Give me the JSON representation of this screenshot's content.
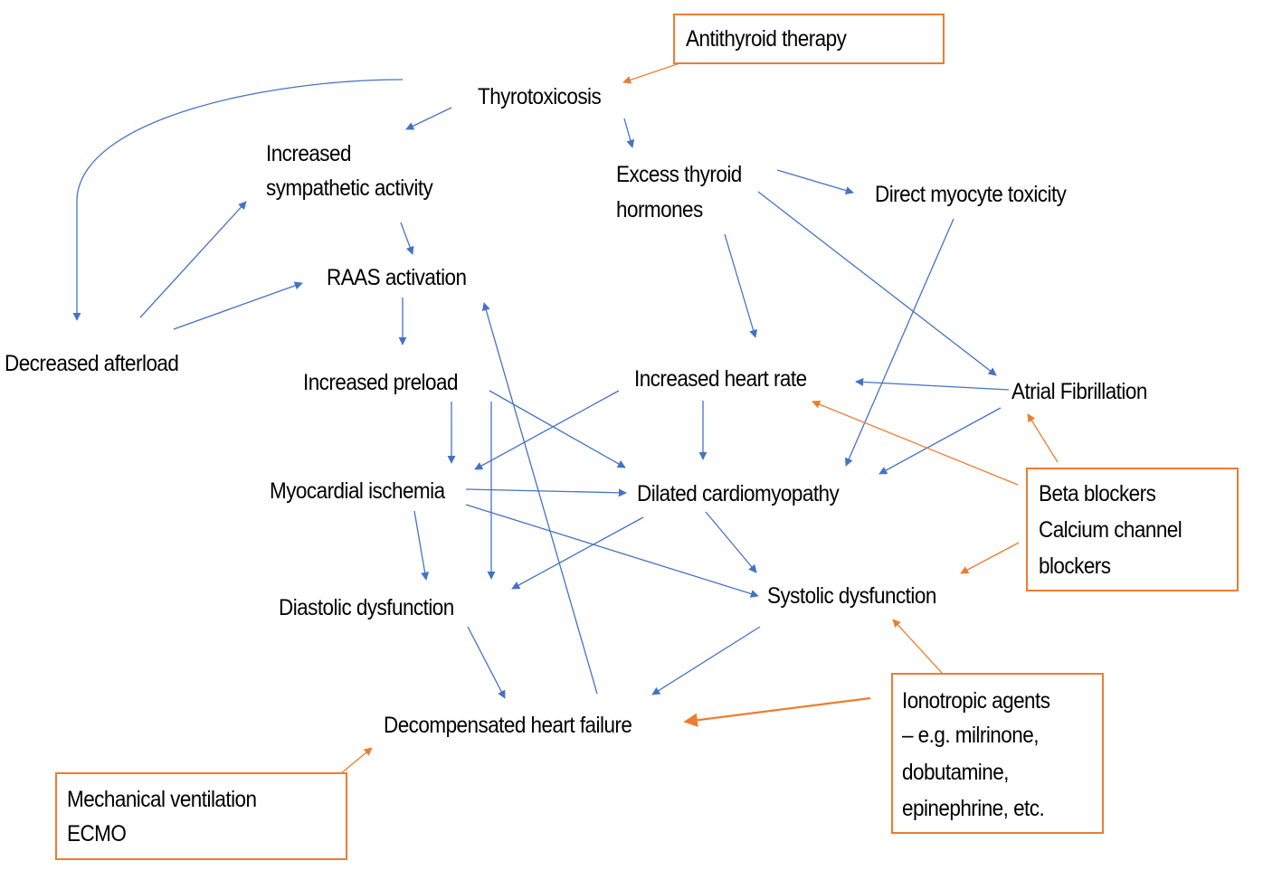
{
  "diagram": {
    "title": "Thyrotoxicosis cardiac pathophysiology flowchart",
    "colors": {
      "causal_arrow": "#4472C4",
      "therapy": "#ED7D31",
      "text": "#000000"
    },
    "nodes": {
      "thyrotoxicosis": "Thyrotoxicosis",
      "sympathetic_1": "Increased",
      "sympathetic_2": "sympathetic activity",
      "excess_1": "Excess thyroid",
      "excess_2": "hormones",
      "myocyte": "Direct myocyte toxicity",
      "raas": "RAAS activation",
      "afterload": "Decreased afterload",
      "preload": "Increased preload",
      "heart_rate": "Increased heart rate",
      "afib": "Atrial Fibrillation",
      "ischemia": "Myocardial ischemia",
      "dcm": "Dilated cardiomyopathy",
      "diastolic": "Diastolic dysfunction",
      "systolic": "Systolic dysfunction",
      "dhf": "Decompensated heart failure"
    },
    "therapies": {
      "antithyroid": [
        "Antithyroid therapy"
      ],
      "rate_control": [
        "Beta blockers",
        "Calcium channel",
        "blockers"
      ],
      "inotropes": [
        "Ionotropic agents",
        "– e.g. milrinone,",
        "dobutamine,",
        "epinephrine, etc."
      ],
      "support": [
        "Mechanical ventilation",
        "ECMO"
      ]
    },
    "edges": [
      {
        "from": "thyrotoxicosis",
        "to": "sympathetic"
      },
      {
        "from": "thyrotoxicosis",
        "to": "excess_hormones"
      },
      {
        "from": "thyrotoxicosis",
        "to": "afterload"
      },
      {
        "from": "excess_hormones",
        "to": "myocyte"
      },
      {
        "from": "excess_hormones",
        "to": "heart_rate"
      },
      {
        "from": "excess_hormones",
        "to": "afib"
      },
      {
        "from": "myocyte",
        "to": "dcm"
      },
      {
        "from": "sympathetic",
        "to": "raas"
      },
      {
        "from": "afterload",
        "to": "sympathetic"
      },
      {
        "from": "afterload",
        "to": "raas"
      },
      {
        "from": "raas",
        "to": "preload"
      },
      {
        "from": "preload",
        "to": "ischemia"
      },
      {
        "from": "preload",
        "to": "diastolic"
      },
      {
        "from": "preload",
        "to": "dcm"
      },
      {
        "from": "heart_rate",
        "to": "ischemia"
      },
      {
        "from": "heart_rate",
        "to": "dcm"
      },
      {
        "from": "afib",
        "to": "heart_rate"
      },
      {
        "from": "afib",
        "to": "dcm"
      },
      {
        "from": "ischemia",
        "to": "dcm"
      },
      {
        "from": "ischemia",
        "to": "diastolic"
      },
      {
        "from": "ischemia",
        "to": "systolic"
      },
      {
        "from": "dcm",
        "to": "diastolic"
      },
      {
        "from": "dcm",
        "to": "systolic"
      },
      {
        "from": "diastolic",
        "to": "dhf"
      },
      {
        "from": "systolic",
        "to": "dhf"
      },
      {
        "from": "dhf",
        "to": "raas"
      },
      {
        "from": "antithyroid",
        "to": "thyrotoxicosis",
        "type": "therapy"
      },
      {
        "from": "rate_control",
        "to": "heart_rate",
        "type": "therapy"
      },
      {
        "from": "rate_control",
        "to": "afib",
        "type": "therapy"
      },
      {
        "from": "rate_control",
        "to": "systolic",
        "type": "therapy"
      },
      {
        "from": "inotropes",
        "to": "systolic",
        "type": "therapy"
      },
      {
        "from": "inotropes",
        "to": "dhf",
        "type": "therapy"
      },
      {
        "from": "support",
        "to": "dhf",
        "type": "therapy"
      }
    ]
  }
}
